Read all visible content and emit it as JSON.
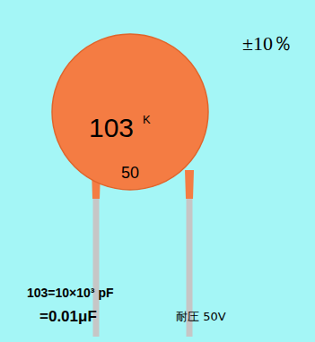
{
  "diagram": {
    "nodes": [
      {
        "text": [
          "103",
          "K",
          "50"
        ]
      }
    ],
    "labels": [
      "±10％",
      "103=10×10³ pF",
      "=0.01μF",
      "耐圧 50V"
    ]
  }
}
